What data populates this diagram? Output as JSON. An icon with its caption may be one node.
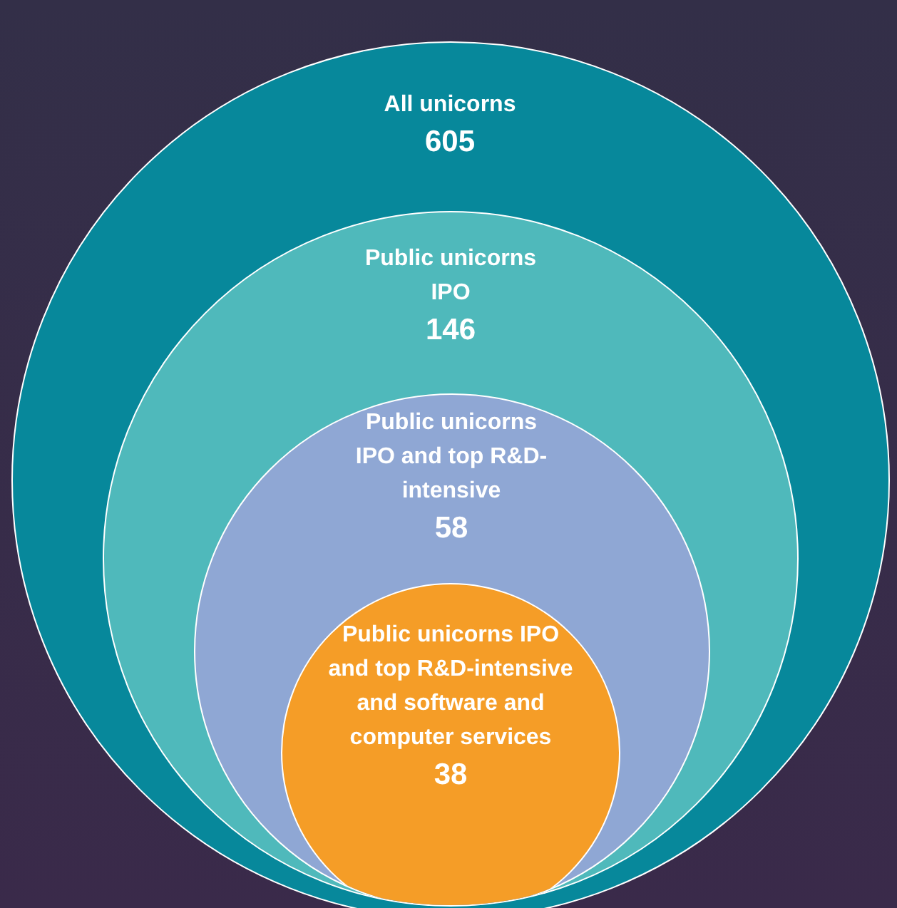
{
  "diagram": {
    "nodes": [
      {
        "text": [
          "All unicorns",
          "605"
        ]
      },
      {
        "text": [
          "Public unicorns IPO",
          "146"
        ],
        "in": 0
      },
      {
        "text": [
          "Public unicorns IPO and top R&D-intensive",
          "58"
        ],
        "in": 1
      },
      {
        "text": [
          "Public unicorns IPO and top R&D-intensive and software and computer services",
          "38"
        ],
        "in": 2
      }
    ]
  }
}
